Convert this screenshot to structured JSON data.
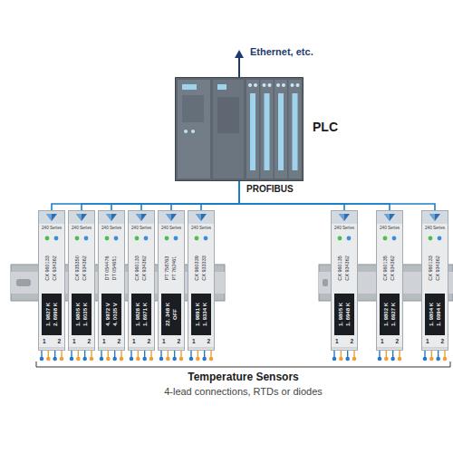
{
  "diagram": {
    "nodes": [
      {
        "text": [
          "PLC"
        ]
      },
      {
        "text": [
          "240 Series",
          "CX 960133",
          "CX 934362",
          "1. 9827 K",
          "2. 6998 K",
          "1",
          "2"
        ]
      },
      {
        "text": [
          "240 Series",
          "CX 935350",
          "CX 934362",
          "1. 9805 K",
          "1. 6035 K",
          "1",
          "2"
        ]
      },
      {
        "text": [
          "240 Series",
          "DT 054476",
          "DT 054651",
          "4. 9972 V",
          "4. 0035 V",
          "1",
          "2"
        ]
      },
      {
        "text": [
          "240 Series",
          "CX 960133",
          "CX 934362",
          "1. 9826 K",
          "1. 6971 K",
          "1",
          "2"
        ]
      },
      {
        "text": [
          "240 Series",
          "PT 758763",
          "PT 762461",
          "22. 348 K",
          "OFF",
          "1",
          "2"
        ]
      },
      {
        "text": [
          "240 Series",
          "CX 960339",
          "CX 933333",
          "1. 9691 K",
          "1. 9334 K",
          "1",
          "2"
        ]
      },
      {
        "text": [
          "240 Series",
          "CX 960135",
          "CX 934362",
          "1. 9805 K",
          "1. 6948 K",
          "1",
          "2"
        ]
      },
      {
        "text": [
          "240 Series",
          "CX 960135",
          "CX 934362",
          "1. 9802 K",
          "1. 6927 K",
          "1",
          "2"
        ]
      },
      {
        "text": [
          "240 Series",
          "CX 960133",
          "CX 934362",
          "1. 9804 K",
          "1. 6994 K",
          "1",
          "2"
        ]
      }
    ],
    "edges": [
      {
        "from": 0,
        "to": 1,
        "arrow": "none"
      },
      {
        "from": 0,
        "to": 2,
        "arrow": "none"
      },
      {
        "from": 0,
        "to": 3,
        "arrow": "none"
      },
      {
        "from": 0,
        "to": 4,
        "arrow": "none"
      },
      {
        "from": 0,
        "to": 5,
        "arrow": "none"
      },
      {
        "from": 0,
        "to": 6,
        "arrow": "none"
      },
      {
        "from": 0,
        "to": 7,
        "arrow": "none"
      },
      {
        "from": 0,
        "to": 8,
        "arrow": "none"
      },
      {
        "from": 0,
        "to": 9,
        "arrow": "none"
      }
    ],
    "labels": [
      "Ethernet, etc.",
      "PROFIBUS",
      "Temperature Sensors",
      "4-lead connections, RTDs or diodes"
    ]
  }
}
